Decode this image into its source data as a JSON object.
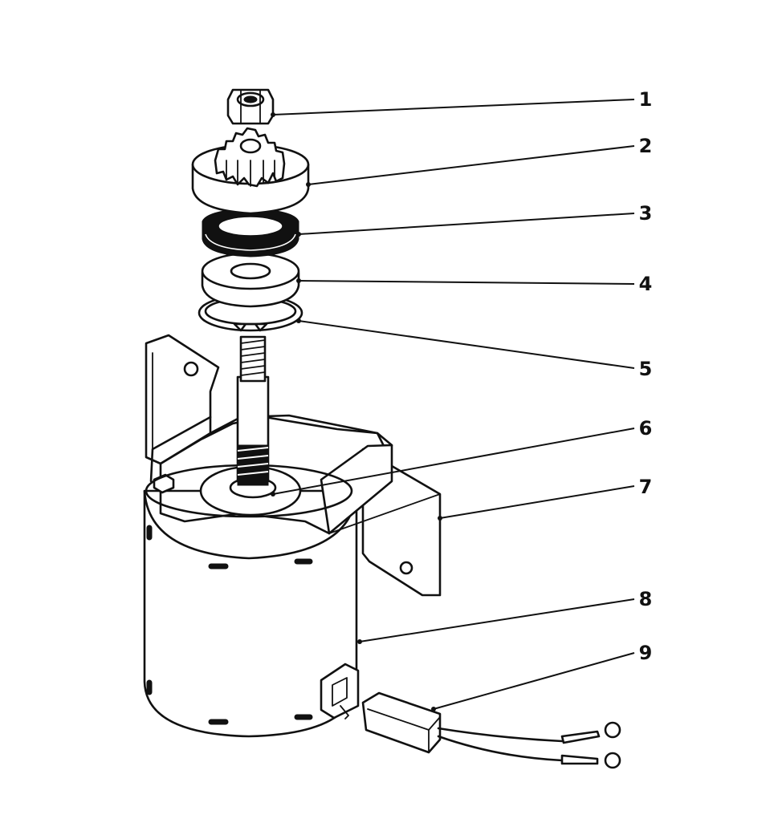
{
  "callouts": [
    {
      "id": "1",
      "label": "1",
      "part": "nut"
    },
    {
      "id": "2",
      "label": "2",
      "part": "pinion-gear"
    },
    {
      "id": "3",
      "label": "3",
      "part": "spring"
    },
    {
      "id": "4",
      "label": "4",
      "part": "retainer-washer"
    },
    {
      "id": "5",
      "label": "5",
      "part": "retaining-ring"
    },
    {
      "id": "6",
      "label": "6",
      "part": "armature-shaft"
    },
    {
      "id": "7",
      "label": "7",
      "part": "mounting-bracket"
    },
    {
      "id": "8",
      "label": "8",
      "part": "starter-motor-housing"
    },
    {
      "id": "9",
      "label": "9",
      "part": "wire-harness-connector"
    }
  ],
  "colors": {
    "ink": "#111111",
    "background": "#ffffff"
  }
}
